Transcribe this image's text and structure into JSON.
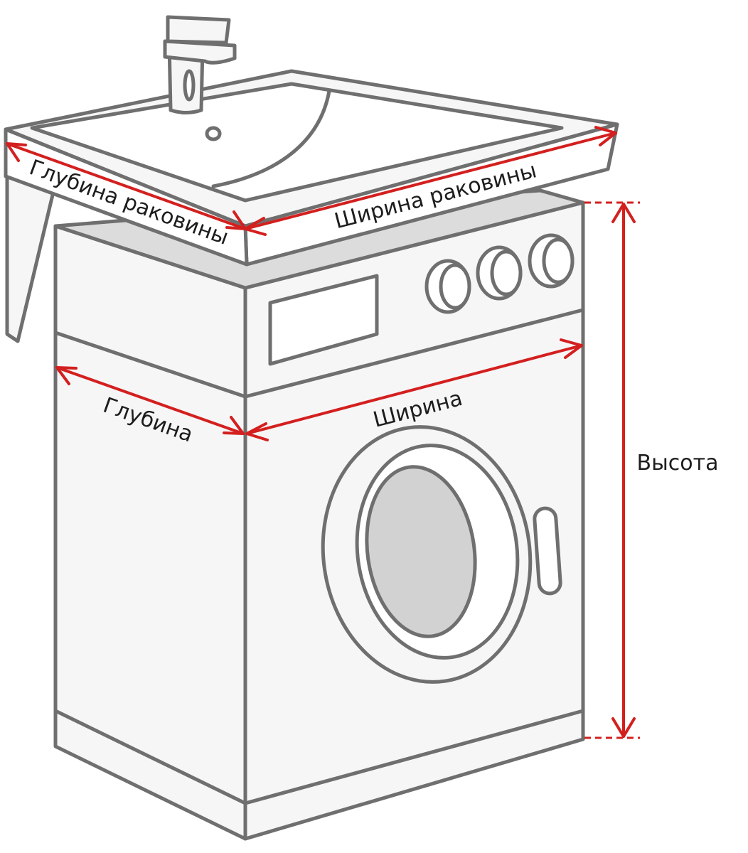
{
  "labels": {
    "sink_depth": "Глубина раковины",
    "sink_width": "Ширина раковины",
    "depth": "Глубина",
    "width": "Ширина",
    "height": "Высота"
  },
  "colors": {
    "dimension_line": "#d3201f",
    "outline": "#6f6f6f",
    "fill": "#f7f6f7",
    "shade": "#dcdcdc",
    "text": "#1d1d1d"
  }
}
